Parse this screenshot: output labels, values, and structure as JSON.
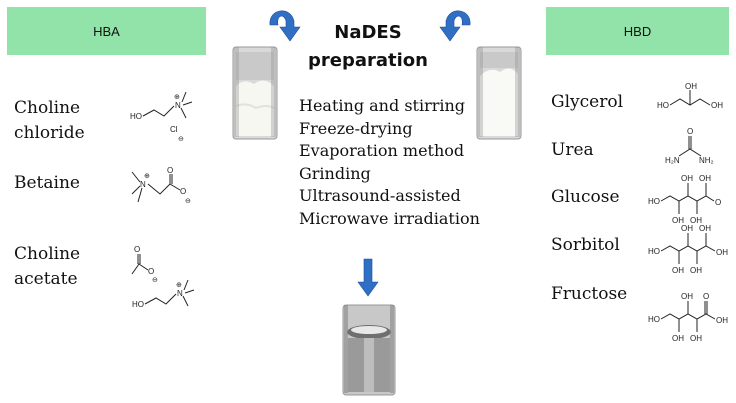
{
  "hba": {
    "header": "HBA",
    "compounds": [
      {
        "name": "Choline chloride",
        "line1": "Choline",
        "line2": "chloride"
      },
      {
        "name": "Betaine",
        "line1": "Betaine"
      },
      {
        "name": "Choline acetate",
        "line1": "Choline",
        "line2": "acetate"
      }
    ]
  },
  "hbd": {
    "header": "HBD",
    "compounds": [
      "Glycerol",
      "Urea",
      "Glucose",
      "Sorbitol",
      "Fructose"
    ]
  },
  "center": {
    "title_line1": "NaDES",
    "title_line2": "preparation",
    "methods": [
      "Heating and stirring",
      "Freeze-drying",
      "Evaporation method",
      "Grinding",
      "Ultrasound-assisted",
      "Microwave irradiation"
    ]
  },
  "structure_text": {
    "oh": "OH",
    "ho": "HO",
    "o": "O",
    "cl": "Cl",
    "n": "N",
    "h2n": "H₂N",
    "nh2": "NH₂",
    "plus": "⊕",
    "minus": "⊖"
  },
  "colors": {
    "header_fill": "#92e3a9",
    "arrow_blue": "#2f6fc4"
  }
}
